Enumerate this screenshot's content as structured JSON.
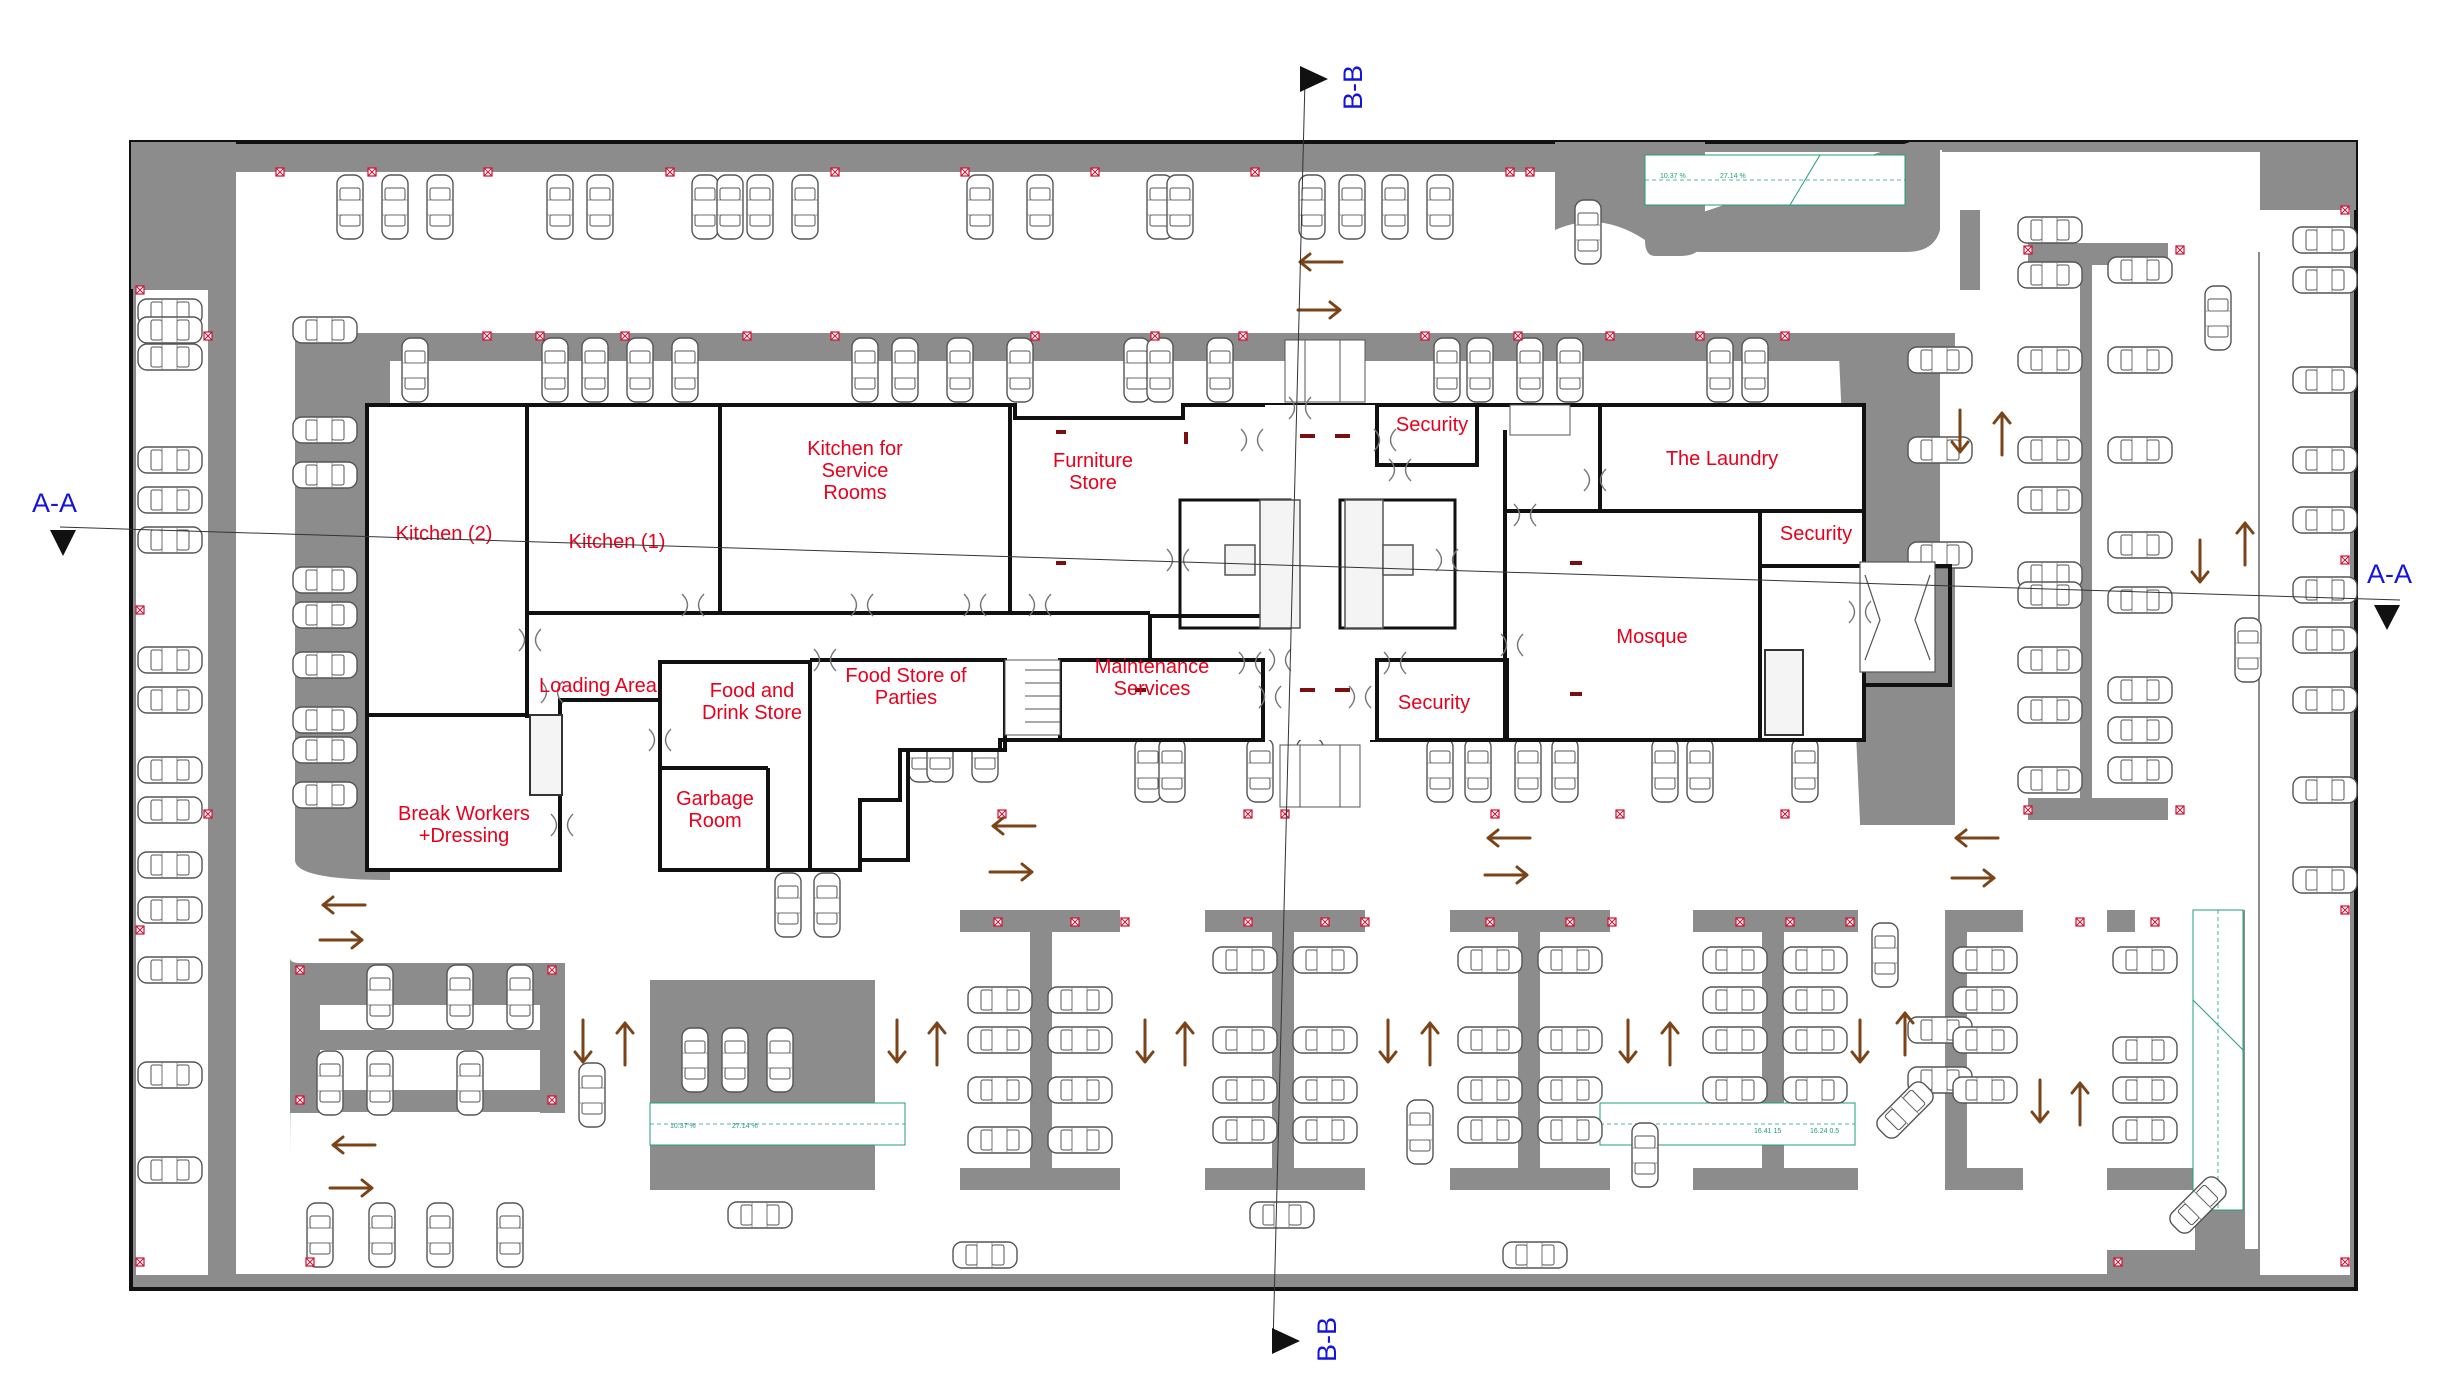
{
  "sections": [
    {
      "label": "A-A"
    },
    {
      "label": "A-A"
    },
    {
      "label": "B-B"
    },
    {
      "label": "B-B"
    }
  ],
  "rooms": [
    {
      "label": [
        "Kitchen (2)"
      ]
    },
    {
      "label": [
        "Kitchen (1)"
      ]
    },
    {
      "label": [
        "Kitchen for",
        "Service",
        "Rooms"
      ]
    },
    {
      "label": [
        "Furniture",
        "Store"
      ]
    },
    {
      "label": [
        "Security"
      ]
    },
    {
      "label": [
        "The Laundry"
      ]
    },
    {
      "label": [
        "Security"
      ]
    },
    {
      "label": [
        "Mosque"
      ]
    },
    {
      "label": [
        "Security"
      ]
    },
    {
      "label": [
        "Maintenance",
        "Services"
      ]
    },
    {
      "label": [
        "Food Store of",
        "Parties"
      ]
    },
    {
      "label": [
        "Food and",
        "Drink Store"
      ]
    },
    {
      "label": [
        "Garbage",
        "Room"
      ]
    },
    {
      "label": [
        "Loading Area"
      ]
    },
    {
      "label": [
        "Break Workers",
        "+Dressing"
      ]
    }
  ],
  "ramps": [
    {
      "labels": [
        "10.37 %",
        "27.14 %"
      ]
    },
    {
      "labels": [
        "10.37 %",
        "27.14 %"
      ]
    },
    {
      "labels": [
        "16.41 15",
        "16.24 0.5"
      ]
    }
  ],
  "colors": {
    "wall": "#111111",
    "drive_lane": "#ffffff",
    "zone": "#8c8c8c",
    "room_label": "#e8001c",
    "section_label": "#1414e0",
    "traffic_arrow": "#7a4418",
    "ramp_line": "#20a070",
    "column": "#d01030"
  }
}
